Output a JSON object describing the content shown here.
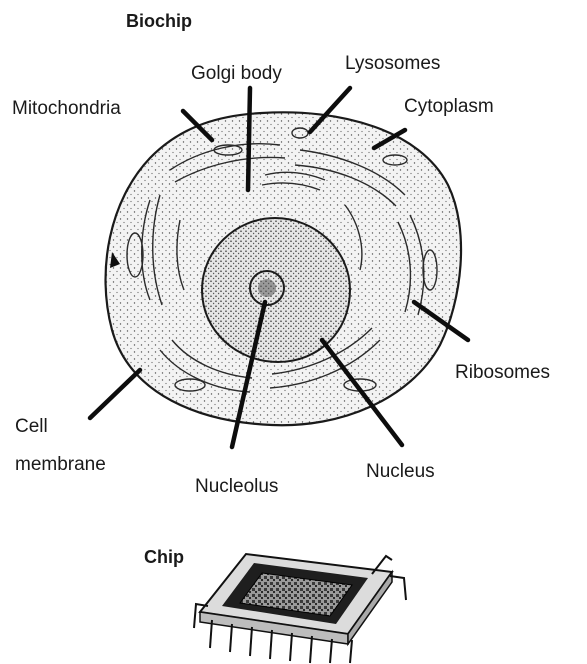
{
  "titles": {
    "biochip": "Biochip",
    "chip": "Chip"
  },
  "labels": {
    "golgi": "Golgi body",
    "lysosomes": "Lysosomes",
    "mitochondria": "Mitochondria",
    "cytoplasm": "Cytoplasm",
    "ribosomes": "Ribosomes",
    "cell1": "Cell",
    "cell2": "membrane",
    "nucleolus": "Nucleolus",
    "nucleus": "Nucleus"
  }
}
